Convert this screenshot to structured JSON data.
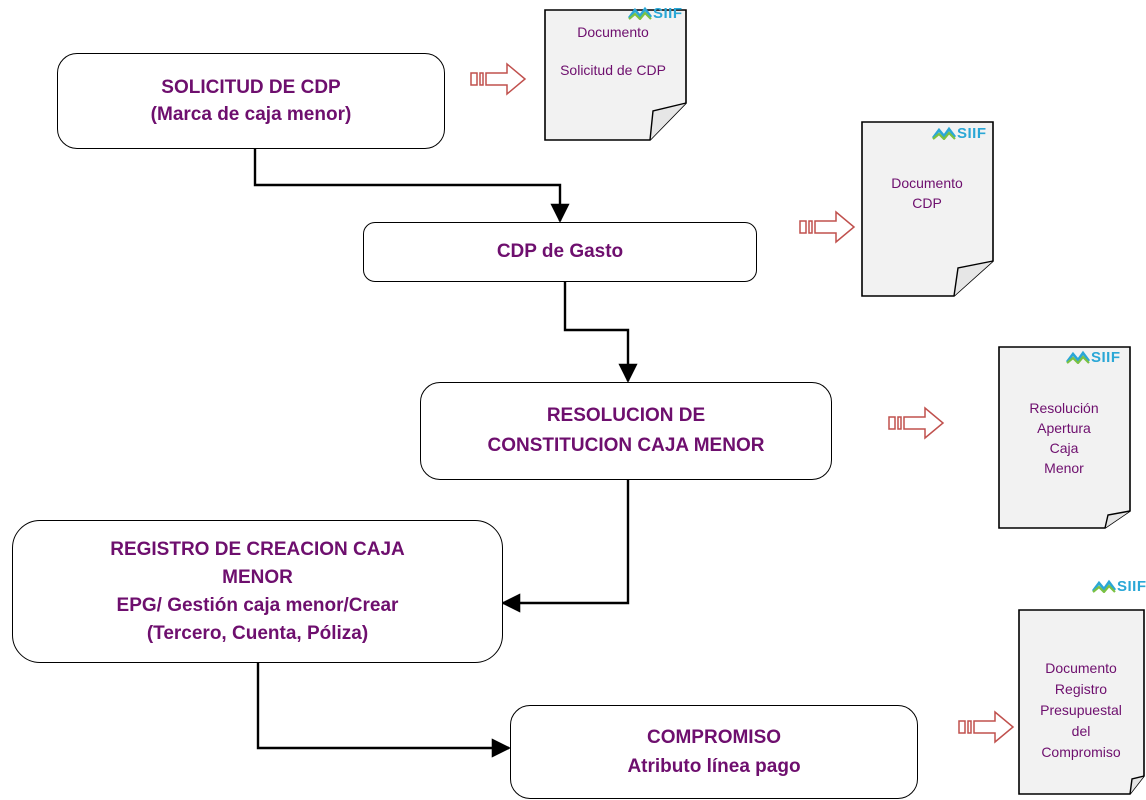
{
  "steps": {
    "solicitud": {
      "line1": "SOLICITUD DE CDP",
      "line2": "(Marca de caja menor)"
    },
    "cdp_gasto": {
      "line1": "CDP de Gasto"
    },
    "resolucion": {
      "line1": "RESOLUCION DE",
      "line2": "CONSTITUCION CAJA MENOR"
    },
    "registro": {
      "line1": "REGISTRO DE CREACION CAJA",
      "line2": "MENOR",
      "line3": "EPG/ Gestión caja menor/Crear",
      "line4": "(Tercero, Cuenta, Póliza)"
    },
    "compromiso": {
      "line1": "COMPROMISO",
      "line2": "Atributo línea pago"
    }
  },
  "documents": {
    "doc1": {
      "line1": "Documento",
      "line2": "Solicitud de CDP"
    },
    "doc2": {
      "line1": "Documento",
      "line2": "CDP"
    },
    "doc3": {
      "line1": "Resolución",
      "line2": "Apertura",
      "line3": "Caja",
      "line4": "Menor"
    },
    "doc4": {
      "line1": "Documento",
      "line2": "Registro",
      "line3": "Presupuestal",
      "line4": "del",
      "line5": "Compromiso"
    }
  },
  "logo": {
    "text": "SIIF"
  },
  "colors": {
    "text_purple": "#6e0f6e",
    "arrow_outline": "#c0504d",
    "logo_blue": "#2aa7d6",
    "logo_green": "#7ac143",
    "document_fill": "#f2f2f2"
  }
}
